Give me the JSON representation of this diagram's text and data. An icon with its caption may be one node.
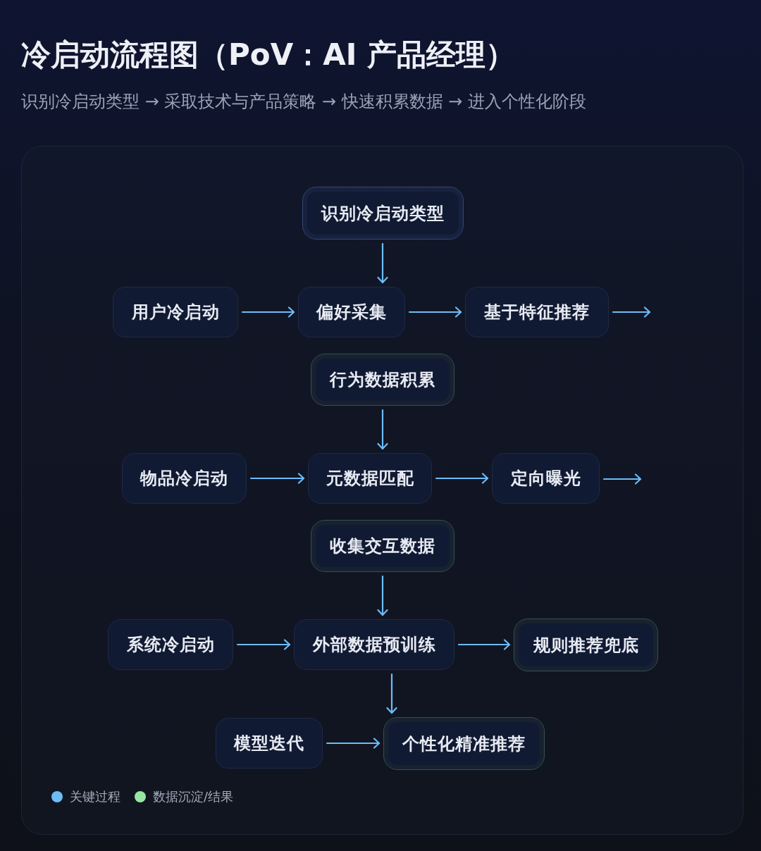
{
  "diagram": {
    "title": "冷启动流程图（PoV：AI 产品经理）",
    "nodes": [
      {
        "text": [
          "识别冷启动类型"
        ]
      },
      {
        "text": [
          "用户冷启动"
        ]
      },
      {
        "text": [
          "偏好采集"
        ]
      },
      {
        "text": [
          "基于特征推荐"
        ]
      },
      {
        "text": [
          "行为数据积累"
        ]
      },
      {
        "text": [
          "物品冷启动"
        ]
      },
      {
        "text": [
          "元数据匹配"
        ]
      },
      {
        "text": [
          "定向曝光"
        ]
      },
      {
        "text": [
          "收集交互数据"
        ]
      },
      {
        "text": [
          "系统冷启动"
        ]
      },
      {
        "text": [
          "外部数据预训练"
        ]
      },
      {
        "text": [
          "规则推荐兜底"
        ]
      },
      {
        "text": [
          "模型迭代"
        ]
      },
      {
        "text": [
          "个性化精准推荐"
        ]
      }
    ],
    "edges": [
      {
        "from": 0,
        "to": 2,
        "arrow": "to"
      },
      {
        "from": 1,
        "to": 2,
        "arrow": "to"
      },
      {
        "from": 2,
        "to": 3,
        "arrow": "to"
      },
      {
        "from": 3,
        "to": null,
        "arrow": "to"
      },
      {
        "from": 4,
        "to": 6,
        "arrow": "to"
      },
      {
        "from": 5,
        "to": 6,
        "arrow": "to"
      },
      {
        "from": 6,
        "to": 7,
        "arrow": "to"
      },
      {
        "from": 7,
        "to": null,
        "arrow": "to"
      },
      {
        "from": 8,
        "to": 10,
        "arrow": "to"
      },
      {
        "from": 9,
        "to": 10,
        "arrow": "to"
      },
      {
        "from": 10,
        "to": 11,
        "arrow": "to"
      },
      {
        "from": 10,
        "to": 13,
        "arrow": "to"
      },
      {
        "from": 12,
        "to": 13,
        "arrow": "to"
      }
    ],
    "labels": [
      "识别冷启动类型 → 采取技术与产品策略 → 快速积累数据 → 进入个性化阶段"
    ],
    "legend": [
      {
        "text": "关键过程",
        "color": "#6cbcf8"
      },
      {
        "text": "数据沉淀/结果",
        "color": "#98e6a2"
      }
    ]
  }
}
